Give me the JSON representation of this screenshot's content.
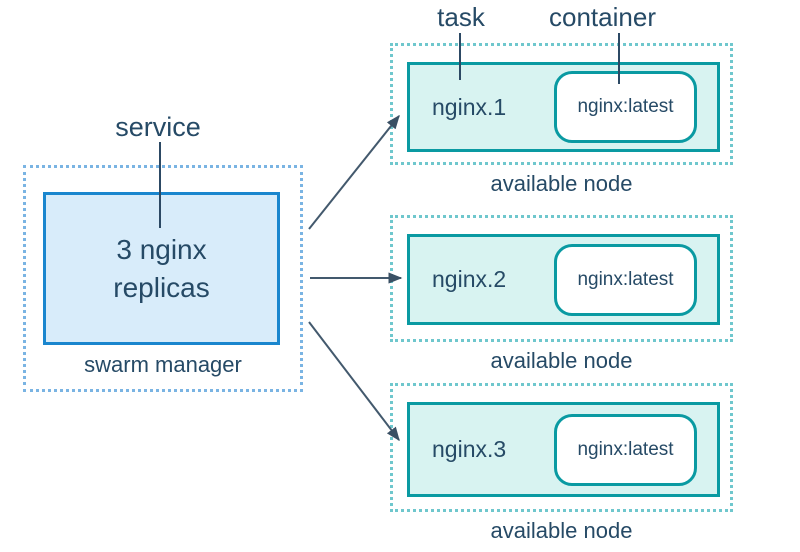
{
  "labels": {
    "service": "service",
    "task": "task",
    "container": "container"
  },
  "manager": {
    "service_box": "3 nginx replicas",
    "caption": "swarm manager"
  },
  "nodes": [
    {
      "task_name": "nginx.1",
      "container_image": "nginx:latest",
      "caption": "available node"
    },
    {
      "task_name": "nginx.2",
      "container_image": "nginx:latest",
      "caption": "available node"
    },
    {
      "task_name": "nginx.3",
      "container_image": "nginx:latest",
      "caption": "available node"
    }
  ],
  "colors": {
    "manager_box_border": "#1a86ce",
    "manager_box_fill": "#d8ecfa",
    "manager_dotted_border": "#7ab4e3",
    "node_box_border": "#0a9aa2",
    "node_box_fill": "#d8f3f1",
    "node_dotted_border": "#6fc7cd",
    "container_box_fill": "#ffffff",
    "text": "#264a66",
    "arrow": "#43596d"
  }
}
